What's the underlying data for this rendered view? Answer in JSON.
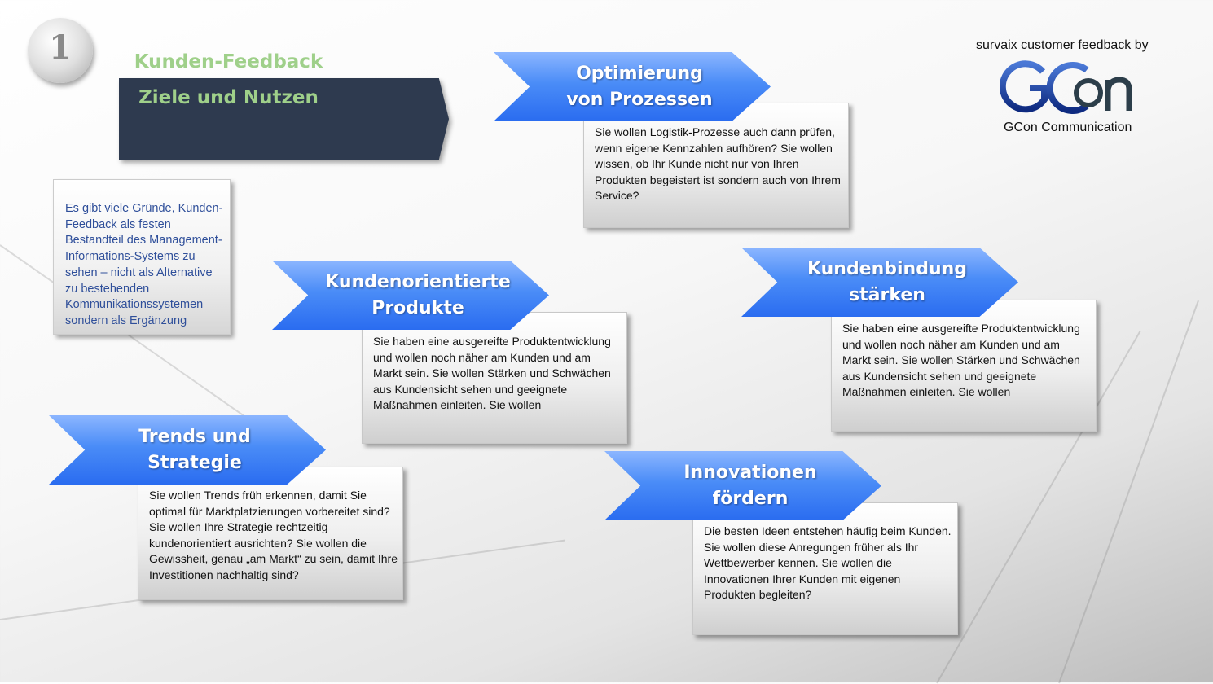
{
  "header": {
    "badge_number": "1",
    "title_line1": "Kunden-Feedback",
    "title_line2": "Ziele und Nutzen"
  },
  "branding": {
    "by_text": "survaix customer feedback by",
    "logo_text": "GCon",
    "company": "GCon Communication"
  },
  "intro": "Es gibt viele Gründe, Kunden-Feedback als festen Bestandteil des Management-Informations-Systems zu sehen – nicht als Alternative zu bestehenden Kommunikationssystemen sondern als Ergänzung",
  "goals": [
    {
      "title1": "Optimierung",
      "title2": "von Prozessen",
      "text": "Sie wollen Logistik-Prozesse auch dann prüfen, wenn eigene Kennzahlen aufhören? Sie wollen wissen, ob Ihr Kunde nicht nur von Ihren Produkten begeistert ist sondern auch von Ihrem Service?"
    },
    {
      "title1": "Kundenorientierte",
      "title2": "Produkte",
      "text": "Sie haben eine ausgereifte Produktentwicklung und wollen noch näher am Kunden und am Markt sein. Sie wollen Stärken und Schwächen aus Kundensicht sehen und geeignete Maßnahmen einleiten. Sie wollen"
    },
    {
      "title1": "Kundenbindung",
      "title2": "stärken",
      "text": "Sie haben eine ausgereifte Produktentwicklung und wollen noch näher am Kunden und am Markt sein. Sie wollen Stärken und Schwächen aus Kundensicht sehen und geeignete Maßnahmen einleiten. Sie wollen"
    },
    {
      "title1": "Trends und",
      "title2": "Strategie",
      "text": "Sie wollen Trends früh erkennen, damit Sie optimal für Marktplatzierungen vorbereitet sind? Sie wollen Ihre Strategie rechtzeitig kundenorientiert ausrichten? Sie wollen die Gewissheit, genau „am Markt“ zu sein, damit Ihre Investitionen nachhaltig sind?"
    },
    {
      "title1": "Innovationen",
      "title2": "fördern",
      "text": "Die besten Ideen entstehen häufig beim Kunden. Sie wollen diese Anregungen früher als Ihr Wettbewerber kennen. Sie wollen die Innovationen Ihrer Kunden mit eigenen Produkten begleiten?"
    }
  ]
}
